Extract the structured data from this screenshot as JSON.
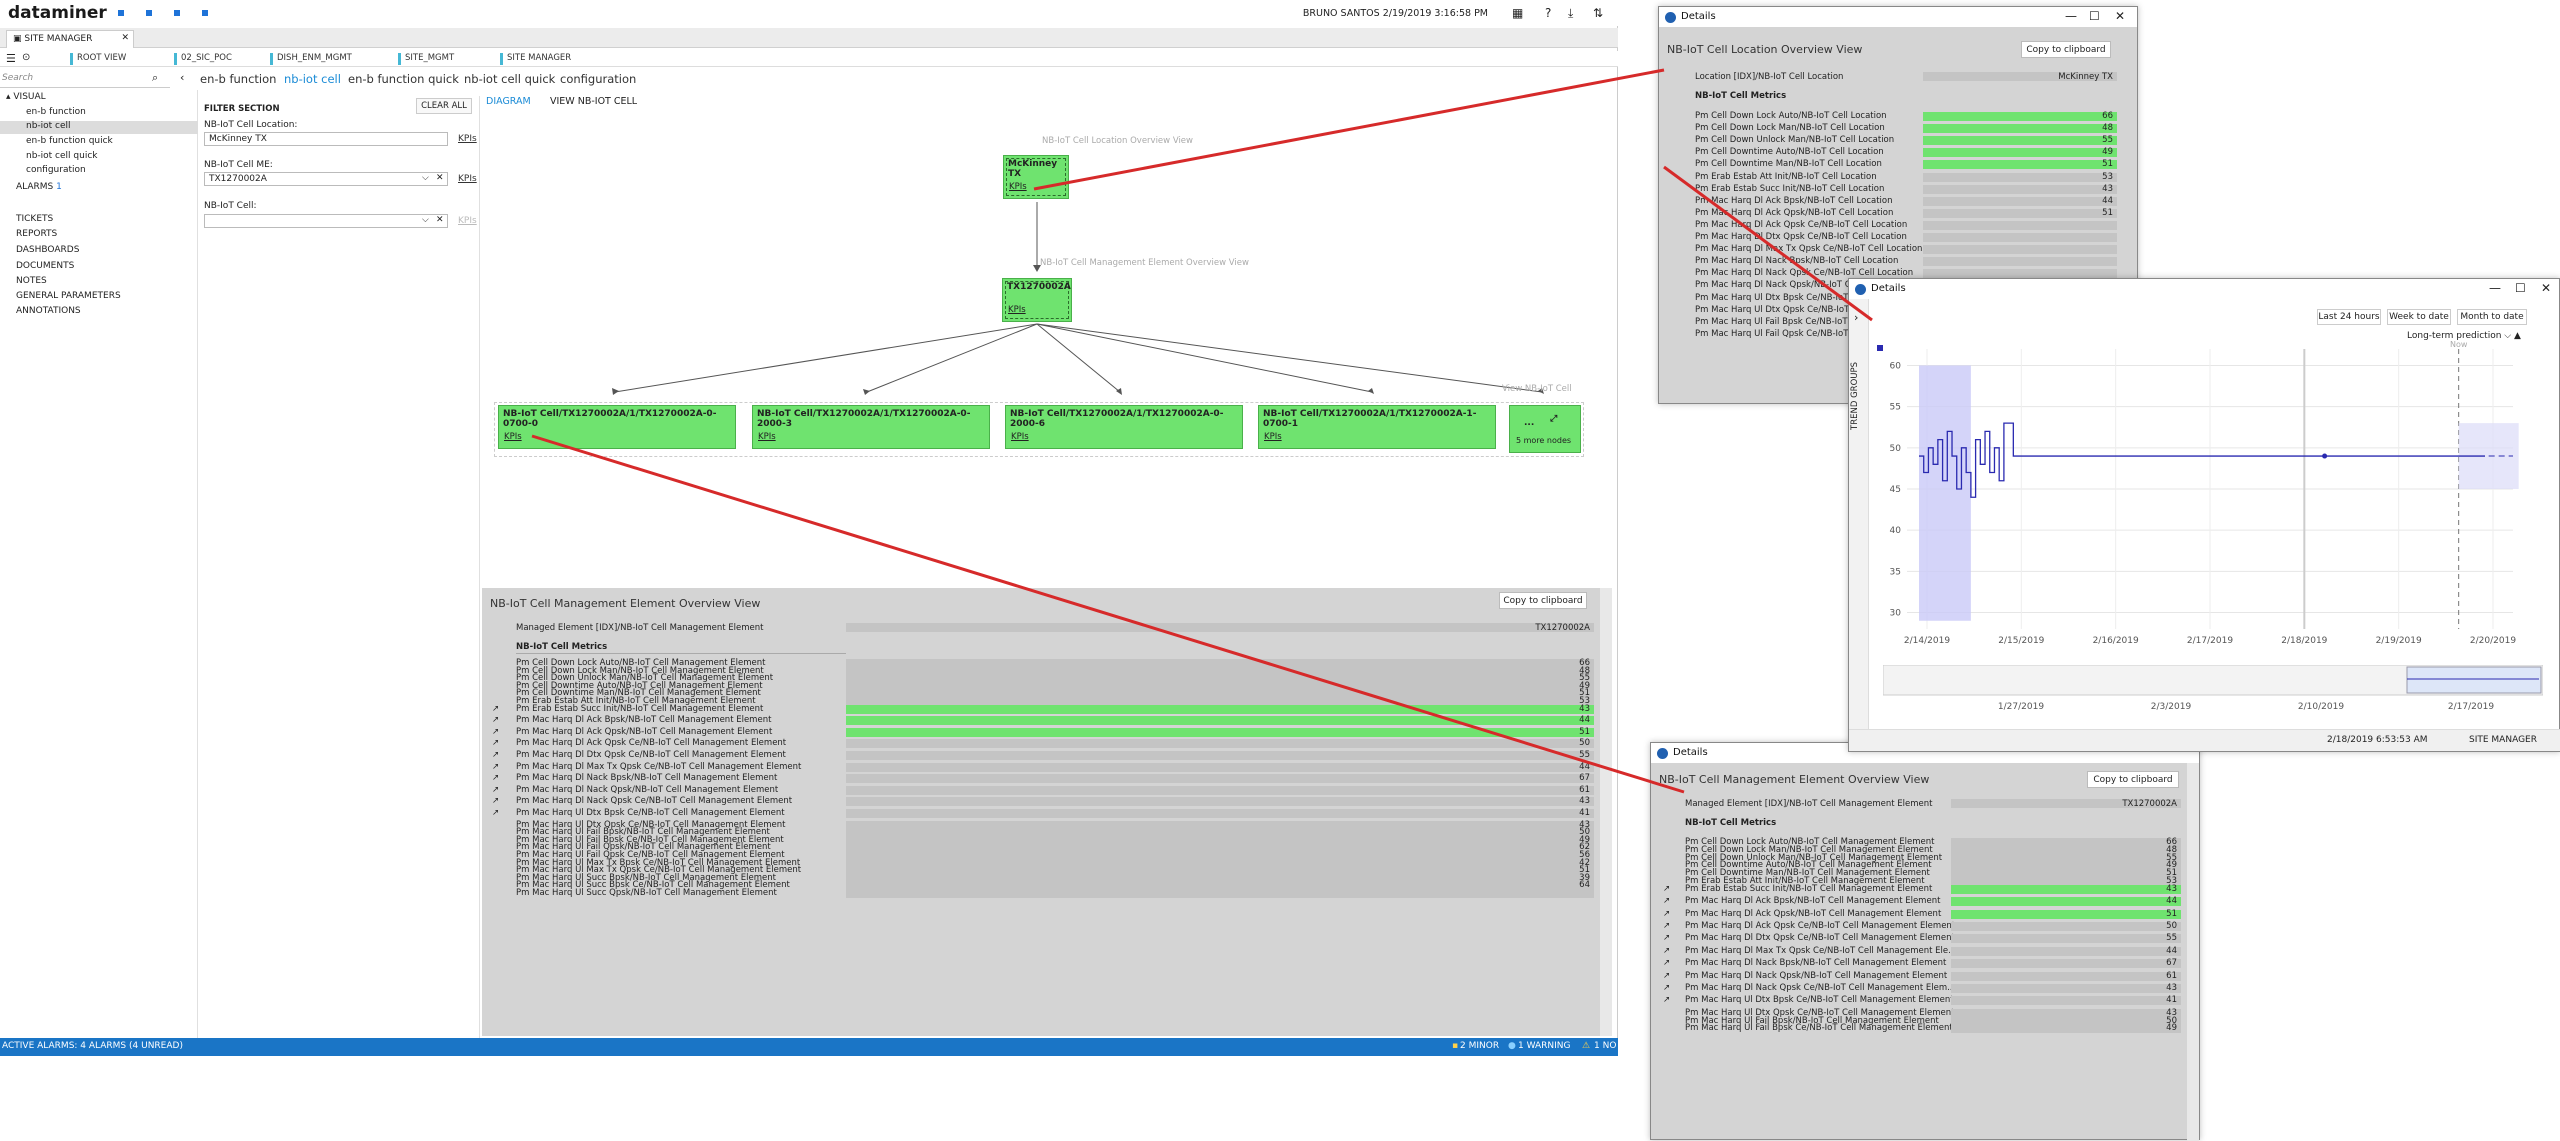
{
  "app": {
    "logo": "dataminer",
    "user": "BRUNO SANTOS 2/19/2019 3:16:58 PM",
    "tab": "SITE MANAGER"
  },
  "breadcrumbs": [
    "ROOT VIEW",
    "02_SIC_POC",
    "DISH_ENM_MGMT",
    "SITE_MGMT",
    "SITE MANAGER"
  ],
  "search": {
    "placeholder": "Search"
  },
  "nav_tabs": [
    "en-b function",
    "nb-iot cell",
    "en-b function quick",
    "nb-iot cell quick",
    "configuration"
  ],
  "sidebar": {
    "visual": "VISUAL",
    "visual_items": [
      "en-b function",
      "nb-iot cell",
      "en-b function quick",
      "nb-iot cell quick",
      "configuration"
    ],
    "alarms": "ALARMS",
    "alarms_count": "1",
    "items": [
      "TICKETS",
      "REPORTS",
      "DASHBOARDS",
      "DOCUMENTS",
      "NOTES",
      "GENERAL PARAMETERS",
      "ANNOTATIONS"
    ]
  },
  "filter": {
    "title": "FILTER SECTION",
    "clear": "CLEAR ALL",
    "location_label": "NB-IoT Cell Location:",
    "location_value": "McKinney TX",
    "me_label": "NB-IoT Cell ME:",
    "me_value": "TX1270002A",
    "cell_label": "NB-IoT Cell:",
    "kpis": "KPIs"
  },
  "diagram": {
    "tabs": [
      "DIAGRAM",
      "VIEW NB-IOT CELL"
    ],
    "loc_group": "NB-IoT Cell Location Overview View",
    "me_group": "NB-IoT Cell Management Element Overview View",
    "cell_group": "View NB-IoT Cell",
    "root_node": "McKinney TX",
    "me_node": "TX1270002A",
    "kpis": "KPIs",
    "cells": [
      "NB-IoT Cell/TX1270002A/1/TX1270002A-0-0700-0",
      "NB-IoT Cell/TX1270002A/1/TX1270002A-0-2000-3",
      "NB-IoT Cell/TX1270002A/1/TX1270002A-0-2000-6",
      "NB-IoT Cell/TX1270002A/1/TX1270002A-1-0700-1"
    ],
    "more_dots": "...",
    "more_label": "5 more nodes"
  },
  "overview": {
    "title": "NB-IoT Cell Management Element Overview View",
    "copy": "Copy to clipboard",
    "managed_label": "Managed Element [IDX]/NB-IoT Cell Management Element",
    "managed_value": "TX1270002A",
    "section": "NB-IoT Cell Metrics",
    "rows": [
      {
        "l": "Pm Cell Down Lock Auto/NB-IoT Cell Management Element",
        "v": "66",
        "g": false,
        "t": false
      },
      {
        "l": "Pm Cell Down Lock Man/NB-IoT Cell Management Element",
        "v": "48",
        "g": false,
        "t": false
      },
      {
        "l": "Pm Cell Down Unlock Man/NB-IoT Cell Management Element",
        "v": "55",
        "g": false,
        "t": false
      },
      {
        "l": "Pm Cell Downtime Auto/NB-IoT Cell Management Element",
        "v": "49",
        "g": false,
        "t": false
      },
      {
        "l": "Pm Cell Downtime Man/NB-IoT Cell Management Element",
        "v": "51",
        "g": false,
        "t": false
      },
      {
        "l": "Pm Erab Estab Att Init/NB-IoT Cell Management Element",
        "v": "53",
        "g": false,
        "t": false
      },
      {
        "l": "Pm Erab Estab Succ Init/NB-IoT Cell Management Element",
        "v": "43",
        "g": true,
        "t": true
      },
      {
        "l": "Pm Mac Harq Dl Ack Bpsk/NB-IoT Cell Management Element",
        "v": "44",
        "g": true,
        "t": true
      },
      {
        "l": "Pm Mac Harq Dl Ack Qpsk/NB-IoT Cell Management Element",
        "v": "51",
        "g": true,
        "t": true
      },
      {
        "l": "Pm Mac Harq Dl Ack Qpsk Ce/NB-IoT Cell Management Element",
        "v": "50",
        "g": false,
        "t": true
      },
      {
        "l": "Pm Mac Harq Dl Dtx Qpsk Ce/NB-IoT Cell Management Element",
        "v": "55",
        "g": false,
        "t": true
      },
      {
        "l": "Pm Mac Harq Dl Max Tx Qpsk Ce/NB-IoT Cell Management Element",
        "v": "44",
        "g": false,
        "t": true
      },
      {
        "l": "Pm Mac Harq Dl Nack Bpsk/NB-IoT Cell Management Element",
        "v": "67",
        "g": false,
        "t": true
      },
      {
        "l": "Pm Mac Harq Dl Nack Qpsk/NB-IoT Cell Management Element",
        "v": "61",
        "g": false,
        "t": true
      },
      {
        "l": "Pm Mac Harq Dl Nack Qpsk Ce/NB-IoT Cell Management Element",
        "v": "43",
        "g": false,
        "t": true
      },
      {
        "l": "Pm Mac Harq Ul Dtx Bpsk Ce/NB-IoT Cell Management Element",
        "v": "41",
        "g": false,
        "t": true
      },
      {
        "l": "Pm Mac Harq Ul Dtx Qpsk Ce/NB-IoT Cell Management Element",
        "v": "43",
        "g": false,
        "t": false
      },
      {
        "l": "Pm Mac Harq Ul Fail Bpsk/NB-IoT Cell Management Element",
        "v": "50",
        "g": false,
        "t": false
      },
      {
        "l": "Pm Mac Harq Ul Fail Bpsk Ce/NB-IoT Cell Management Element",
        "v": "49",
        "g": false,
        "t": false
      },
      {
        "l": "Pm Mac Harq Ul Fail Qpsk/NB-IoT Cell Management Element",
        "v": "62",
        "g": false,
        "t": false
      },
      {
        "l": "Pm Mac Harq Ul Fail Qpsk Ce/NB-IoT Cell Management Element",
        "v": "56",
        "g": false,
        "t": false
      },
      {
        "l": "Pm Mac Harq Ul Max Tx Bpsk Ce/NB-IoT Cell Management Element",
        "v": "42",
        "g": false,
        "t": false
      },
      {
        "l": "Pm Mac Harq Ul Max Tx Qpsk Ce/NB-IoT Cell Management Element",
        "v": "51",
        "g": false,
        "t": false
      },
      {
        "l": "Pm Mac Harq Ul Succ Bpsk/NB-IoT Cell Management Element",
        "v": "39",
        "g": false,
        "t": false
      },
      {
        "l": "Pm Mac Harq Ul Succ Bpsk Ce/NB-IoT Cell Management Element",
        "v": "64",
        "g": false,
        "t": false
      },
      {
        "l": "Pm Mac Harq Ul Succ Qpsk/NB-IoT Cell Management Element",
        "v": "",
        "g": false,
        "t": false
      }
    ]
  },
  "statusbar": {
    "alarms": "ACTIVE ALARMS: 4 ALARMS (4 UNREAD)",
    "minor": "2 MINOR",
    "warning": "1 WARNING",
    "more": "1 NO"
  },
  "details_loc": {
    "title": "Details",
    "heading": "NB-IoT Cell Location Overview View",
    "copy": "Copy to clipboard",
    "loc_label": "Location [IDX]/NB-IoT Cell Location",
    "loc_value": "McKinney TX",
    "section": "NB-IoT Cell Metrics",
    "rows": [
      {
        "l": "Pm Cell Down Lock Auto/NB-IoT Cell Location",
        "v": "66",
        "g": true
      },
      {
        "l": "Pm Cell Down Lock Man/NB-IoT Cell Location",
        "v": "48",
        "g": true
      },
      {
        "l": "Pm Cell Down Unlock Man/NB-IoT Cell Location",
        "v": "55",
        "g": true
      },
      {
        "l": "Pm Cell Downtime Auto/NB-IoT Cell Location",
        "v": "49",
        "g": true
      },
      {
        "l": "Pm Cell Downtime Man/NB-IoT Cell Location",
        "v": "51",
        "g": true
      },
      {
        "l": "Pm Erab Estab Att Init/NB-IoT Cell Location",
        "v": "53",
        "g": false
      },
      {
        "l": "Pm Erab Estab Succ Init/NB-IoT Cell Location",
        "v": "43",
        "g": false
      },
      {
        "l": "Pm Mac Harq Dl Ack Bpsk/NB-IoT Cell Location",
        "v": "44",
        "g": false
      },
      {
        "l": "Pm Mac Harq Dl Ack Qpsk/NB-IoT Cell Location",
        "v": "51",
        "g": false
      },
      {
        "l": "Pm Mac Harq Dl Ack Qpsk Ce/NB-IoT Cell Location",
        "v": "",
        "g": false
      },
      {
        "l": "Pm Mac Harq Dl Dtx Qpsk Ce/NB-IoT Cell Location",
        "v": "",
        "g": false
      },
      {
        "l": "Pm Mac Harq Dl Max Tx Qpsk Ce/NB-IoT Cell Location",
        "v": "",
        "g": false
      },
      {
        "l": "Pm Mac Harq Dl Nack Bpsk/NB-IoT Cell Location",
        "v": "",
        "g": false
      },
      {
        "l": "Pm Mac Harq Dl Nack Qpsk Ce/NB-IoT Cell Location",
        "v": "",
        "g": false
      },
      {
        "l": "Pm Mac Harq Dl Nack Qpsk/NB-IoT Cell Location",
        "v": "",
        "g": false
      },
      {
        "l": "Pm Mac Harq Ul Dtx Bpsk Ce/NB-IoT Cell Location",
        "v": "",
        "g": false
      },
      {
        "l": "Pm Mac Harq Ul Dtx Qpsk Ce/NB-IoT Cell Location",
        "v": "",
        "g": false
      },
      {
        "l": "Pm Mac Harq Ul Fail Bpsk Ce/NB-IoT Cell Location",
        "v": "",
        "g": false
      },
      {
        "l": "Pm Mac Harq Ul Fail Qpsk Ce/NB-IoT Cell Location",
        "v": "",
        "g": false
      }
    ]
  },
  "details_trend": {
    "title": "Details",
    "buttons": [
      "Last 24 hours",
      "Week to date",
      "Month to date"
    ],
    "prediction": "Long-term prediction",
    "trend_groups": "TREND GROUPS",
    "now": "Now",
    "footer_time": "2/18/2019 6:53:53 AM",
    "footer_app": "SITE MANAGER"
  },
  "chart_data": {
    "type": "line",
    "yticks": [
      30,
      35,
      40,
      45,
      50,
      55,
      60
    ],
    "xticks": [
      "2/14/2019",
      "2/15/2019",
      "2/16/2019",
      "2/17/2019",
      "2/18/2019",
      "2/19/2019",
      "2/20/2019"
    ],
    "nav_ticks": [
      "1/27/2019",
      "2/3/2019",
      "2/10/2019",
      "2/17/2019"
    ],
    "ylim": [
      28,
      62
    ],
    "series": [
      {
        "values_x": [
          0,
          0.05,
          0.1,
          0.15,
          0.2,
          0.25,
          0.3,
          0.35,
          0.4,
          0.45,
          0.5,
          0.55,
          0.6,
          0.65,
          0.7,
          0.75,
          0.8,
          0.85,
          0.9,
          1.0,
          1.5,
          2.0,
          2.5,
          3.0,
          3.5,
          4.0,
          4.5,
          5.0,
          5.5,
          6.0
        ],
        "values": [
          49,
          47,
          50,
          48,
          51,
          46,
          52,
          49,
          45,
          50,
          47,
          44,
          51,
          48,
          52,
          47,
          50,
          46,
          53,
          49,
          49,
          49,
          49,
          49,
          49,
          49,
          49,
          49,
          49,
          49
        ]
      }
    ],
    "marker": {
      "x": 4.3,
      "y": 49
    }
  },
  "details_me": {
    "title": "Details",
    "heading": "NB-IoT Cell Management Element Overview View",
    "copy": "Copy to clipboard",
    "managed_label": "Managed Element [IDX]/NB-IoT Cell Management Element",
    "managed_value": "TX1270002A",
    "section": "NB-IoT Cell Metrics",
    "rows": [
      {
        "l": "Pm Cell Down Lock Auto/NB-IoT Cell Management Element",
        "v": "66",
        "g": false,
        "t": false
      },
      {
        "l": "Pm Cell Down Lock Man/NB-IoT Cell Management Element",
        "v": "48",
        "g": false,
        "t": false
      },
      {
        "l": "Pm Cell Down Unlock Man/NB-IoT Cell Management Element",
        "v": "55",
        "g": false,
        "t": false
      },
      {
        "l": "Pm Cell Downtime Auto/NB-IoT Cell Management Element",
        "v": "49",
        "g": false,
        "t": false
      },
      {
        "l": "Pm Cell Downtime Man/NB-IoT Cell Management Element",
        "v": "51",
        "g": false,
        "t": false
      },
      {
        "l": "Pm Erab Estab Att Init/NB-IoT Cell Management Element",
        "v": "53",
        "g": false,
        "t": false
      },
      {
        "l": "Pm Erab Estab Succ Init/NB-IoT Cell Management Element",
        "v": "43",
        "g": true,
        "t": true
      },
      {
        "l": "Pm Mac Harq Dl Ack Bpsk/NB-IoT Cell Management Element",
        "v": "44",
        "g": true,
        "t": true
      },
      {
        "l": "Pm Mac Harq Dl Ack Qpsk/NB-IoT Cell Management Element",
        "v": "51",
        "g": true,
        "t": true
      },
      {
        "l": "Pm Mac Harq Dl Ack Qpsk Ce/NB-IoT Cell Management Element",
        "v": "50",
        "g": false,
        "t": true
      },
      {
        "l": "Pm Mac Harq Dl Dtx Qpsk Ce/NB-IoT Cell Management Element",
        "v": "55",
        "g": false,
        "t": true
      },
      {
        "l": "Pm Mac Harq Dl Max Tx Qpsk Ce/NB-IoT Cell Management Ele...",
        "v": "44",
        "g": false,
        "t": true
      },
      {
        "l": "Pm Mac Harq Dl Nack Bpsk/NB-IoT Cell Management Element",
        "v": "67",
        "g": false,
        "t": true
      },
      {
        "l": "Pm Mac Harq Dl Nack Qpsk/NB-IoT Cell Management Element",
        "v": "61",
        "g": false,
        "t": true
      },
      {
        "l": "Pm Mac Harq Dl Nack Qpsk Ce/NB-IoT Cell Management Elem...",
        "v": "43",
        "g": false,
        "t": true
      },
      {
        "l": "Pm Mac Harq Ul Dtx Bpsk Ce/NB-IoT Cell Management Element",
        "v": "41",
        "g": false,
        "t": true
      },
      {
        "l": "Pm Mac Harq Ul Dtx Qpsk Ce/NB-IoT Cell Management Element",
        "v": "43",
        "g": false,
        "t": false
      },
      {
        "l": "Pm Mac Harq Ul Fail Bpsk/NB-IoT Cell Management Element",
        "v": "50",
        "g": false,
        "t": false
      },
      {
        "l": "Pm Mac Harq Ul Fail Bpsk Ce/NB-IoT Cell Management Element",
        "v": "49",
        "g": false,
        "t": false
      }
    ]
  }
}
